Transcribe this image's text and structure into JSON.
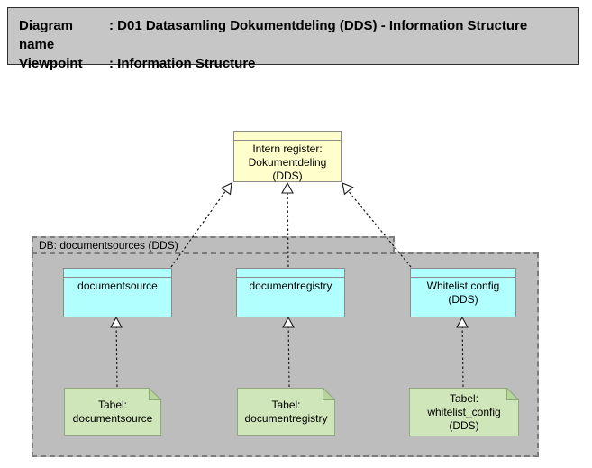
{
  "header": {
    "row1_label": "Diagram name",
    "row1_value": ": D01 Datasamling Dokumentdeling (DDS) - Information Structure",
    "row2_label": "Viewpoint",
    "row2_value": ": Information Structure"
  },
  "group": {
    "label": "DB: documentsources (DDS)"
  },
  "nodes": {
    "intern_register": "Intern register:\nDokumentdeling\n(DDS)",
    "documentsource": "documentsource",
    "documentregistry": "documentregistry",
    "whitelist_config": "Whitelist config\n(DDS)",
    "tabel_documentsource": "Tabel:\ndocumentsource",
    "tabel_documentregistry": "Tabel:\ndocumentregistry",
    "tabel_whitelist_config": "Tabel:\nwhitelist_config\n(DDS)"
  },
  "relationships": [
    {
      "type": "realization",
      "from": "tabel_documentsource",
      "to": "documentsource"
    },
    {
      "type": "realization",
      "from": "tabel_documentregistry",
      "to": "documentregistry"
    },
    {
      "type": "realization",
      "from": "tabel_whitelist_config",
      "to": "whitelist_config"
    },
    {
      "type": "realization",
      "from": "documentsource",
      "to": "intern_register"
    },
    {
      "type": "realization",
      "from": "documentregistry",
      "to": "intern_register"
    },
    {
      "type": "realization",
      "from": "whitelist_config",
      "to": "intern_register"
    }
  ],
  "colors": {
    "header_fill": "#c6c6c6",
    "group_fill": "#bdbdbd",
    "object_yellow": "#ffffcc",
    "object_cyan": "#b2ffff",
    "note_green": "#cfe6ba",
    "note_fold": "#b7d59c",
    "connector": "#1a1a1a"
  }
}
